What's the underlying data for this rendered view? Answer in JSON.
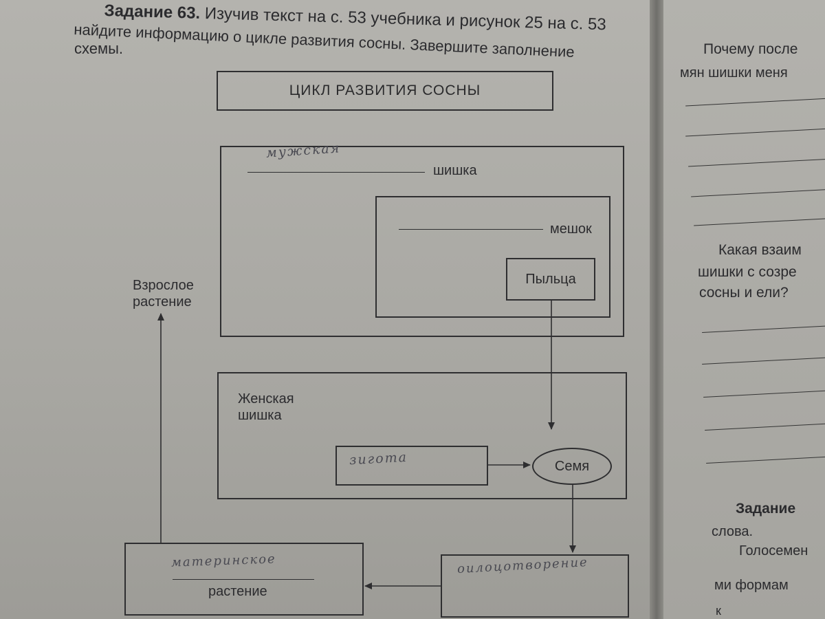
{
  "task": {
    "number_label": "Задание 63.",
    "line1_rest": "Изучив текст на с. 53 учебника и рисунок 25 на с. 53",
    "line2": "найдите информацию о цикле развития сосны. Завершите заполнение",
    "line3": "схемы."
  },
  "diagram": {
    "title": "ЦИКЛ РАЗВИТИЯ СОСНЫ",
    "male_cone_label": "шишка",
    "male_cone_handwritten": "мужская",
    "sac_label": "мешок",
    "pollen_label": "Пыльца",
    "adult_plant_line1": "Взрослое",
    "adult_plant_line2": "растение",
    "female_cone_line1": "Женская",
    "female_cone_line2": "шишка",
    "zygote_handwritten": "зигота",
    "seed_label": "Семя",
    "mother_plant_handwritten": "материнское",
    "mother_plant_label": "растение",
    "seedling_handwritten": "оилоцотворение"
  },
  "right_page": {
    "q1_line1": "Почему после",
    "q1_line2": "мян шишки меня",
    "q2_line1": "Какая взаим",
    "q2_line2": "шишки с созре",
    "q2_line3": "сосны и ели?",
    "task_label": "Задание",
    "line_words": "слова.",
    "line_gymno": "Голосемен",
    "line_forms": "ми  формам",
    "line_k": "к"
  }
}
